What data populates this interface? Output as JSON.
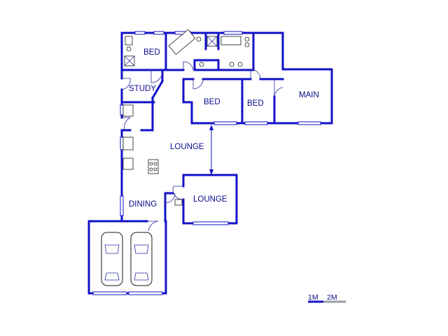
{
  "rooms": {
    "bed_1": "BED",
    "study": "STUDY",
    "bed_2": "BED",
    "bed_3": "BED",
    "main": "MAIN",
    "lounge_1": "LOUNGE",
    "lounge_2": "LOUNGE",
    "dining": "DINING"
  },
  "scale": {
    "label_1": "1M",
    "label_2": "2M"
  },
  "colors": {
    "wall": "#1212c8",
    "label": "#0a0a8c"
  }
}
